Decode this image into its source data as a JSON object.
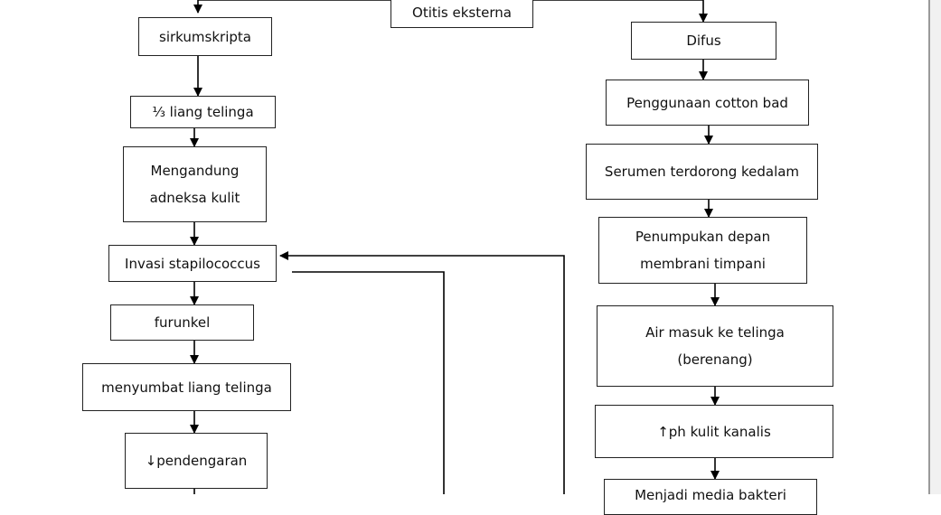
{
  "nodes": {
    "otitis": "Otitis eksterna",
    "sirkum": "sirkumskripta",
    "third": "⅓ liang telinga",
    "mengandung": "Mengandung\nadneksa kulit",
    "invasi": "Invasi stapilococcus",
    "furunkel": "furunkel",
    "menyumbat": "menyumbat liang telinga",
    "pendengaran": "↓pendengaran",
    "difus": "Difus",
    "cotton": "Penggunaan cotton bad",
    "serumen": "Serumen terdorong kedalam",
    "penumpukan": "Penumpukan depan\nmembrani timpani",
    "air": "Air masuk ke telinga\n(berenang)",
    "ph": "↑ph kulit kanalis",
    "bottom": "Menjadi media bakteri"
  },
  "colors": {
    "line": "#000000",
    "border": "#222222",
    "text": "#111111"
  }
}
